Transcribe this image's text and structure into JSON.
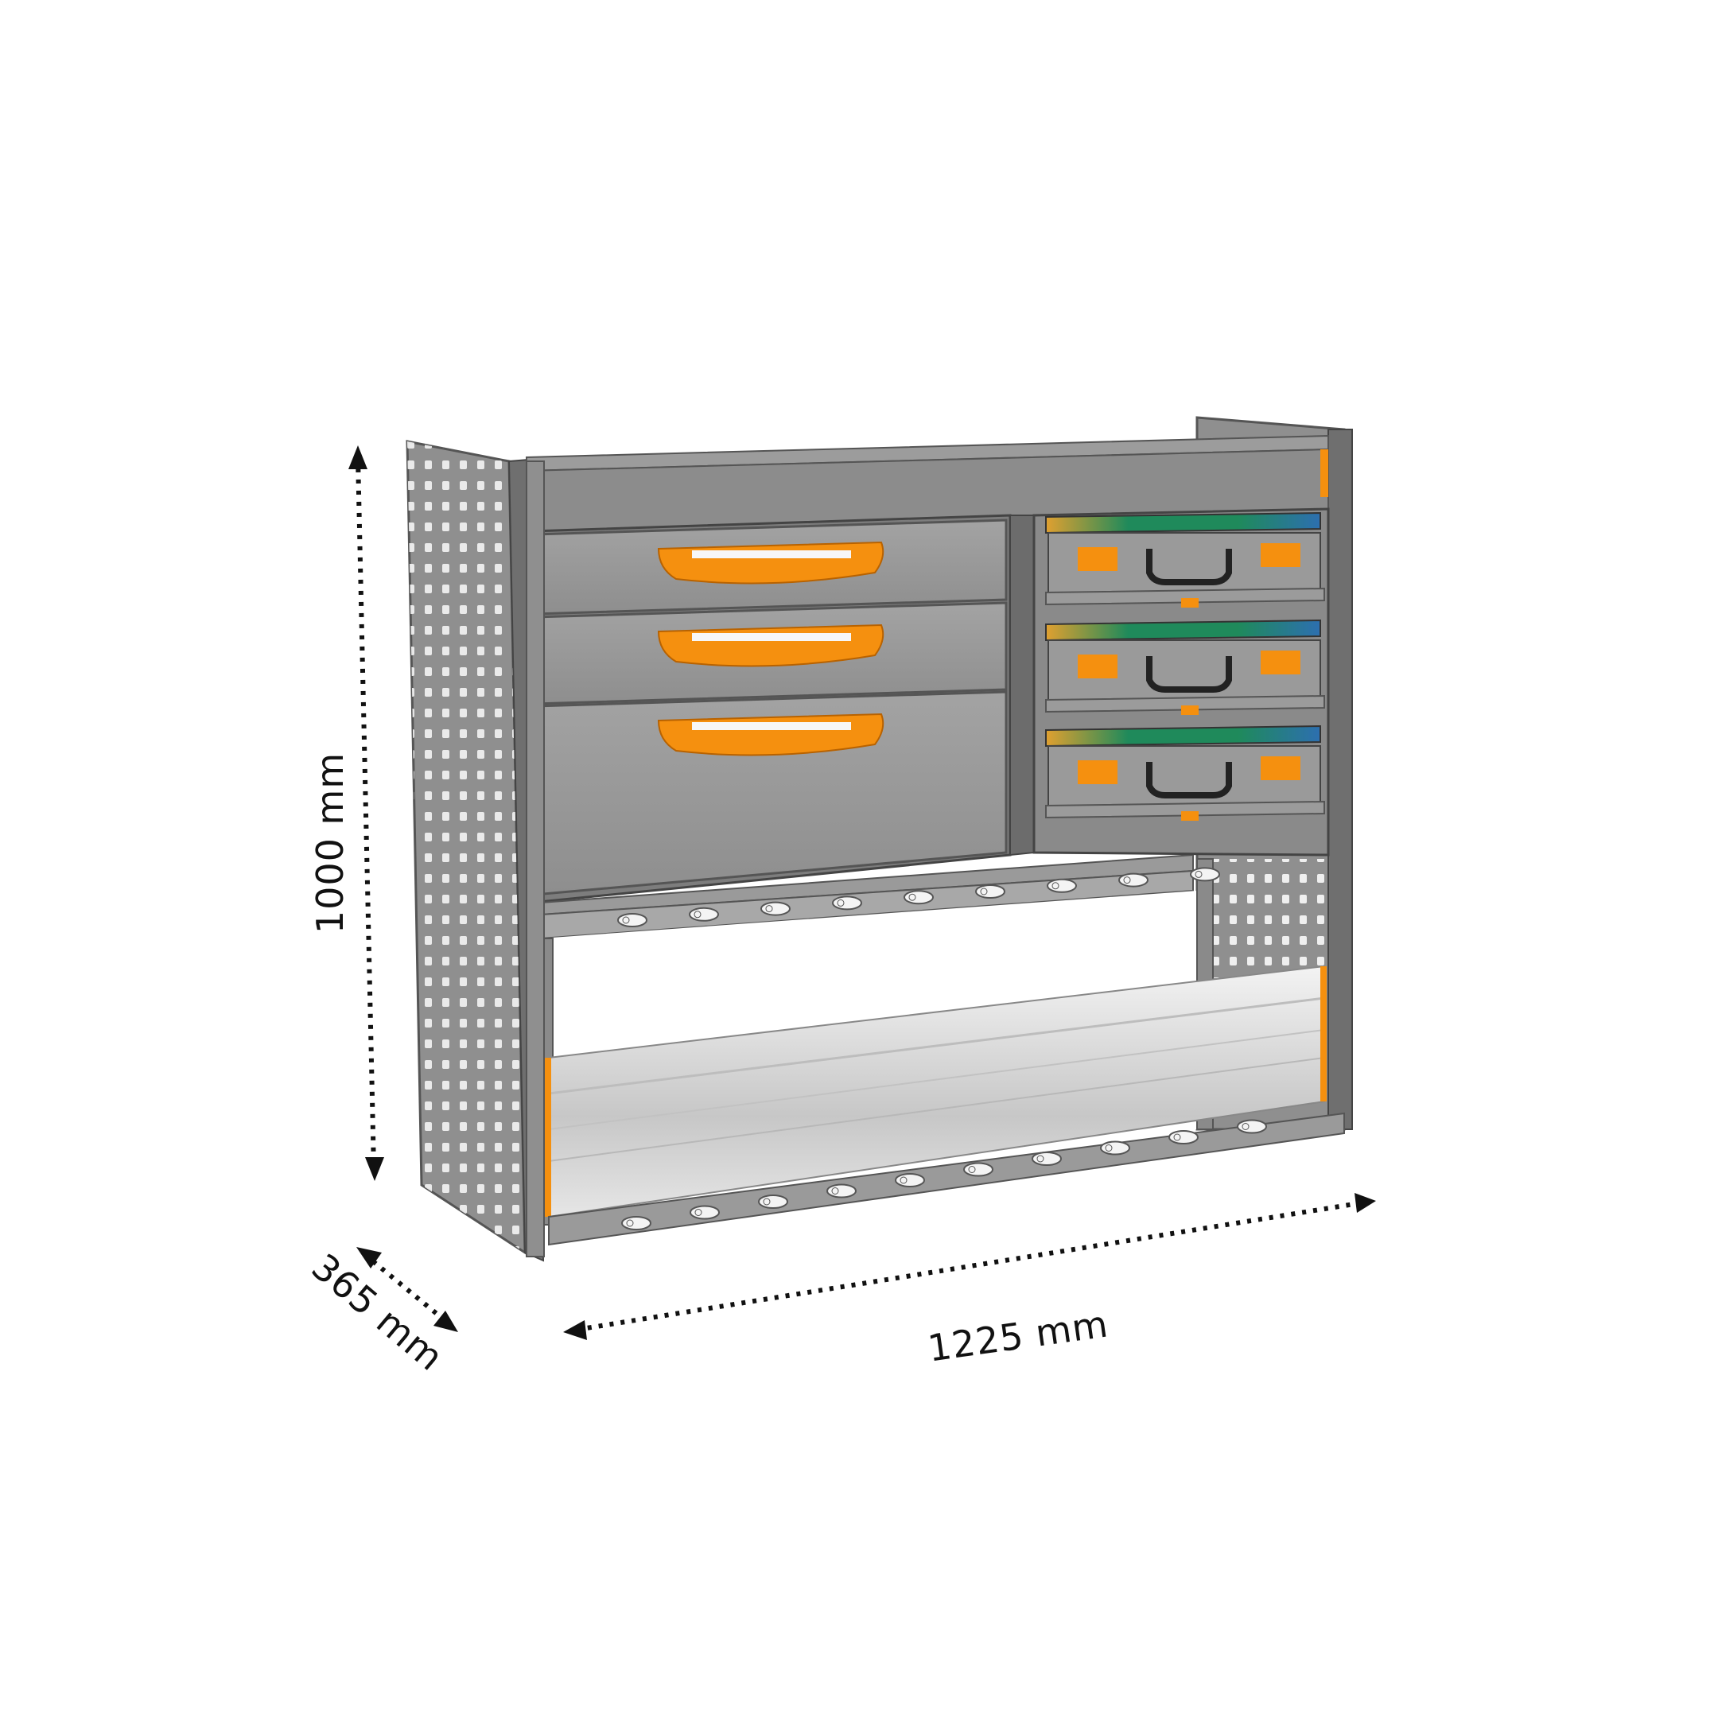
{
  "diagram": {
    "dimensions": {
      "height": "1000 mm",
      "width": "1225 mm",
      "depth": "365 mm"
    },
    "unit_drawers": {
      "count": 3
    },
    "unit_cases": {
      "count": 3
    },
    "colors": {
      "frame": "#8a8a8a",
      "panel": "#9b9b9b",
      "accent_orange": "#f5900f",
      "case_green": "#1f8a5b",
      "case_blue": "#2d6fb0",
      "cover_aluminium": "#d6d6d6",
      "arrow": "#111111"
    }
  }
}
